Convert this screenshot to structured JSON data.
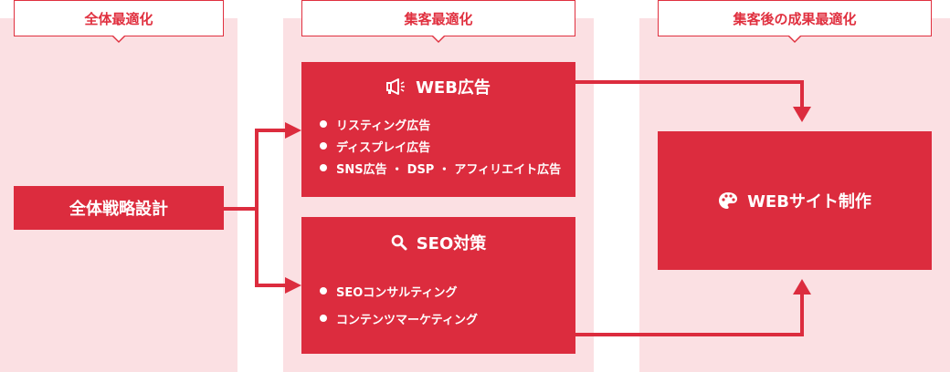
{
  "columns": {
    "left": {
      "header": "全体最適化"
    },
    "middle": {
      "header": "集客最適化"
    },
    "right": {
      "header": "集客後の成果最適化"
    }
  },
  "strategy_box": {
    "label": "全体戦略設計"
  },
  "web_ads": {
    "title": "WEB広告",
    "icon": "megaphone-icon",
    "items": [
      "リスティング広告",
      "ディスプレイ広告",
      "SNS広告 ・ DSP ・ アフィリエイト広告"
    ]
  },
  "seo": {
    "title": "SEO対策",
    "icon": "magnifier-icon",
    "items": [
      "SEOコンサルティング",
      "コンテンツマーケティング"
    ]
  },
  "website": {
    "title": "WEBサイト制作",
    "icon": "palette-icon"
  },
  "colors": {
    "accent": "#dc2c3e",
    "panel_bg": "#fbe0e3",
    "header_border": "#e0303f"
  }
}
